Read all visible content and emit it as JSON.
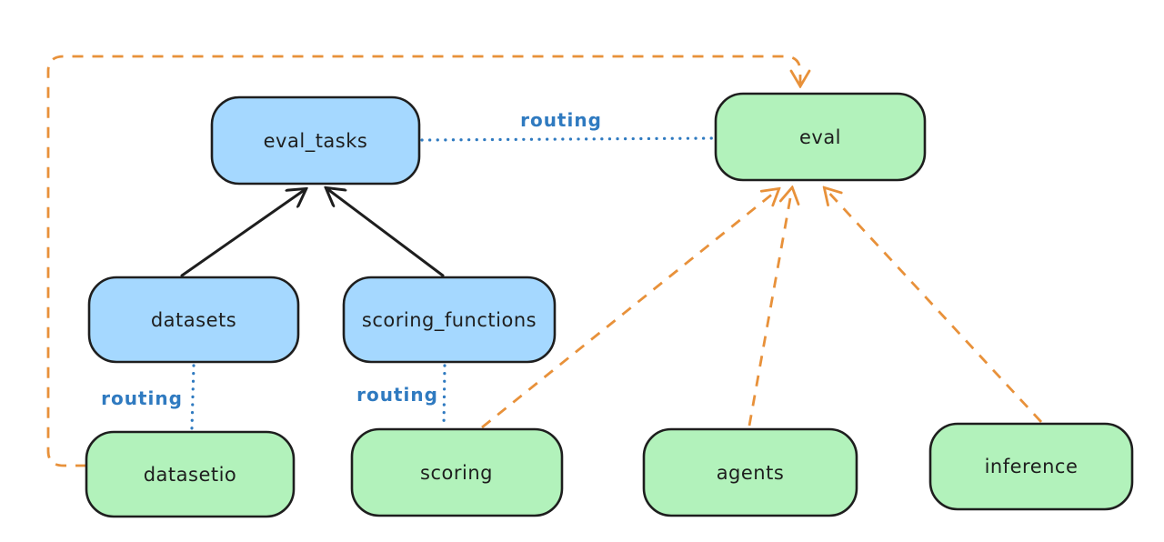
{
  "diagram": {
    "background": "#ffffff",
    "nodes": {
      "eval_tasks": {
        "label": "eval_tasks",
        "fill": "#a5d8ff"
      },
      "eval": {
        "label": "eval",
        "fill": "#b2f2bb"
      },
      "datasets": {
        "label": "datasets",
        "fill": "#a5d8ff"
      },
      "scoring_functions": {
        "label": "scoring_functions",
        "fill": "#a5d8ff"
      },
      "datasetio": {
        "label": "datasetio",
        "fill": "#b2f2bb"
      },
      "scoring": {
        "label": "scoring",
        "fill": "#b2f2bb"
      },
      "agents": {
        "label": "agents",
        "fill": "#b2f2bb"
      },
      "inference": {
        "label": "inference",
        "fill": "#b2f2bb"
      }
    },
    "edges": [
      {
        "from": "datasets",
        "to": "eval_tasks",
        "style": "solid-arrow",
        "color": "#1e1e1e"
      },
      {
        "from": "scoring_functions",
        "to": "eval_tasks",
        "style": "solid-arrow",
        "color": "#1e1e1e"
      },
      {
        "from": "eval_tasks",
        "to": "eval",
        "style": "dotted-line",
        "color": "#2f7ac0",
        "label": "routing"
      },
      {
        "from": "datasets",
        "to": "datasetio",
        "style": "dotted-line",
        "color": "#2f7ac0",
        "label": "routing"
      },
      {
        "from": "scoring_functions",
        "to": "scoring",
        "style": "dotted-line",
        "color": "#2f7ac0",
        "label": "routing"
      },
      {
        "from": "datasetio",
        "to": "eval",
        "style": "dashed-arrow",
        "color": "#e8913a"
      },
      {
        "from": "scoring",
        "to": "eval",
        "style": "dashed-arrow",
        "color": "#e8913a"
      },
      {
        "from": "agents",
        "to": "eval",
        "style": "dashed-arrow",
        "color": "#e8913a"
      },
      {
        "from": "inference",
        "to": "eval",
        "style": "dashed-arrow",
        "color": "#e8913a"
      }
    ],
    "colors": {
      "node_stroke": "#1e1e1e",
      "blue_node_fill": "#a5d8ff",
      "green_node_fill": "#b2f2bb",
      "routing_line": "#2f7ac0",
      "provider_arrow": "#e8913a",
      "background": "#ffffff"
    }
  }
}
